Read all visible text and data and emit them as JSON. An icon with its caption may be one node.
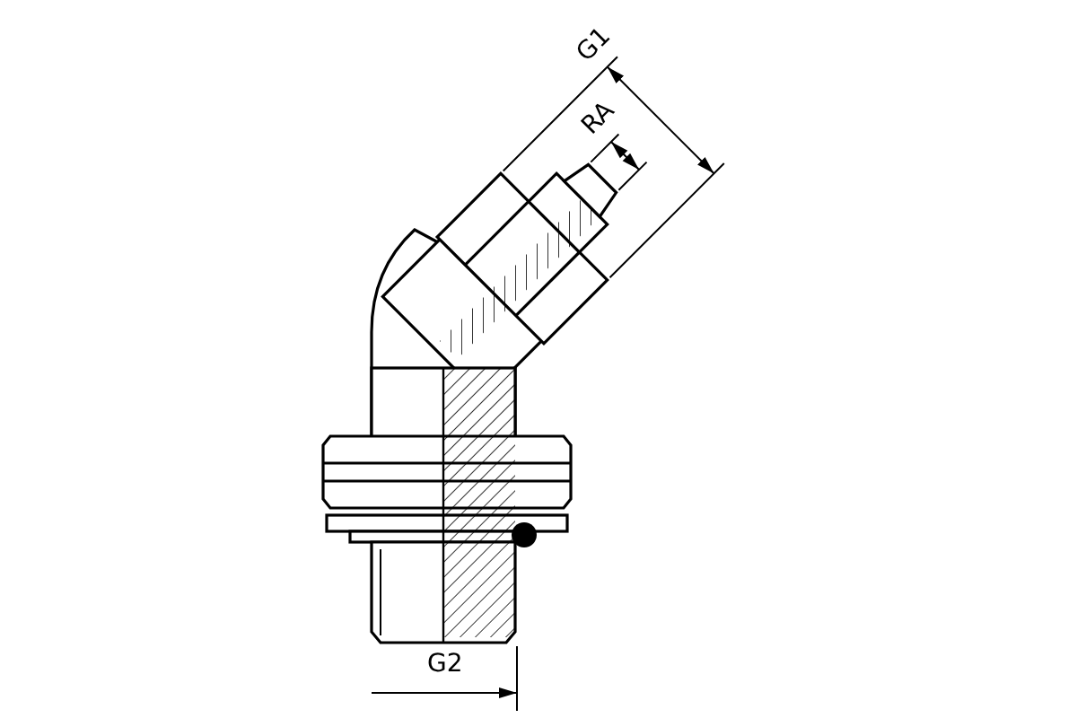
{
  "diagram": {
    "labels": [
      "G1",
      "RA",
      "G2"
    ]
  }
}
